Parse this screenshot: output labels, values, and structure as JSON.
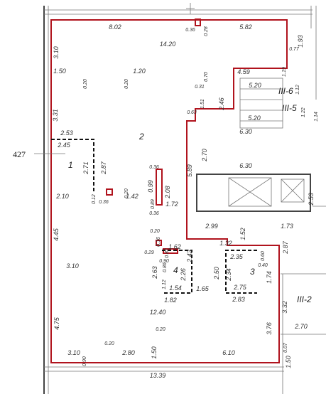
{
  "plan": {
    "outline_color": "#b0131d",
    "floor_label": "427",
    "rooms": [
      {
        "id": "room-1",
        "label": "1"
      },
      {
        "id": "room-2",
        "label": "2"
      },
      {
        "id": "room-3",
        "label": "3"
      },
      {
        "id": "room-4",
        "label": "4"
      },
      {
        "id": "room-iii-6",
        "label": "III-6"
      },
      {
        "id": "room-iii-5",
        "label": "III-5"
      },
      {
        "id": "room-iii-2",
        "label": "III-2"
      }
    ],
    "dimensions": [
      "8.02",
      "0.36",
      "0.28",
      "5.82",
      "1.93",
      "0.77",
      "3.10",
      "14.20",
      "1.50",
      "0.20",
      "0.20",
      "1.20",
      "1.19",
      "4.59",
      "0.70",
      "0.31",
      "5.20",
      "1.12",
      "1.51",
      "2.46",
      "3.31",
      "1.22",
      "0.63",
      "5.20",
      "1.14",
      "2.53",
      "6.30",
      "2.45",
      "2.70",
      "2.71",
      "2.87",
      "0.36",
      "0.99",
      "6.30",
      "2.08",
      "5.89",
      "2.53",
      "2.10",
      "0.12",
      "0.36",
      "0.20",
      "1.42",
      "0.89",
      "1.72",
      "0.36",
      "2.99",
      "1.52",
      "1.73",
      "4.45",
      "0.20",
      "0.36",
      "1.62",
      "0.82",
      "1.32",
      "2.87",
      "0.29",
      "0.90",
      "2.35",
      "0.60",
      "0.40",
      "3.10",
      "0.86",
      "2.63",
      "2.26",
      "2.42",
      "2.50",
      "2.34",
      "1.74",
      "1.12",
      "1.54",
      "1.65",
      "2.75",
      "1.82",
      "2.83",
      "3.32",
      "12.40",
      "4.75",
      "3.76",
      "0.20",
      "2.70",
      "0.07",
      "3.10",
      "0.20",
      "0.90",
      "2.80",
      "1.50",
      "6.10",
      "1.50",
      "13.39"
    ]
  }
}
